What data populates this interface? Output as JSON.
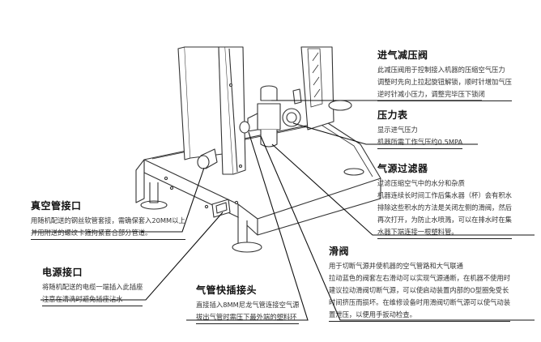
{
  "callouts": {
    "intake_valve": {
      "title": "进气减压阀",
      "lines": [
        "此减压阀用于控制接入机器的压缩空气压力",
        "调整时先向上拉起旋钮解锁，顺时针增加气压",
        "逆时针减小压力，调整完毕压下锁闭"
      ]
    },
    "pressure_gauge": {
      "title": "压力表",
      "lines": [
        "显示进气压力",
        "机器所需工作气压约0.5MPA"
      ]
    },
    "air_filter": {
      "title": "气源过滤器",
      "lines": [
        "过滤压缩空气中的水分和杂质",
        "机器连续长时间工作后集水器（杯）会有积水",
        "排除这些积水的方法是关闭左侧的滑阀，然后",
        "再次打开，为防止水喷溅，可以在排水时在集",
        "水器下端连接一根塑料管。"
      ]
    },
    "slide_valve": {
      "title": "滑阀",
      "lines": [
        "用于切断气源并使机器的空气管路和大气联通",
        "拉动蓝色的阀套左右滑动可以实现气源通断，在机器不使用时",
        "建议拉动滑阀切断气源，可以使启动装置内部的O型圈免受长",
        "时间挤压而损坏。在维修设备时用滑阀切断气源可以使气动装",
        "置泄压，以便用手扳动检查。"
      ]
    },
    "vacuum_port": {
      "title": "真空管接口",
      "lines": [
        "用随机配送的钢丝软管套接，需确保套入20MM以上",
        "并用附送的螺纹卡箍拘紧套合部分管道。"
      ]
    },
    "power_port": {
      "title": "电源接口",
      "lines": [
        "将随机配送的电缆一端插入此插座",
        "注意在清洗时避免插座沾水"
      ]
    },
    "quick_connector": {
      "title": "气管快插接头",
      "lines": [
        "直接插入8MM尼龙气管连接空气源",
        "拔出气管时需压下最外端的塑料环"
      ]
    }
  }
}
